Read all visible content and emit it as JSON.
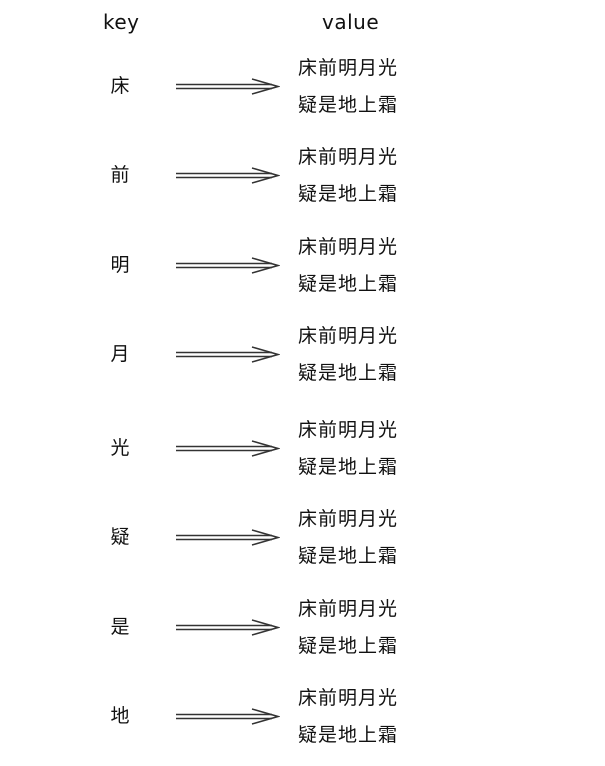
{
  "headers": {
    "key": "key",
    "value": "value"
  },
  "rows": [
    {
      "key": "床",
      "value_line1": "床前明月光",
      "value_line2": "疑是地上霜"
    },
    {
      "key": "前",
      "value_line1": "床前明月光",
      "value_line2": "疑是地上霜"
    },
    {
      "key": "明",
      "value_line1": "床前明月光",
      "value_line2": "疑是地上霜"
    },
    {
      "key": "月",
      "value_line1": "床前明月光",
      "value_line2": "疑是地上霜"
    },
    {
      "key": "光",
      "value_line1": "床前明月光",
      "value_line2": "疑是地上霜"
    },
    {
      "key": "疑",
      "value_line1": "床前明月光",
      "value_line2": "疑是地上霜"
    },
    {
      "key": "是",
      "value_line1": "床前明月光",
      "value_line2": "疑是地上霜"
    },
    {
      "key": "地",
      "value_line1": "床前明月光",
      "value_line2": "疑是地上霜"
    }
  ]
}
